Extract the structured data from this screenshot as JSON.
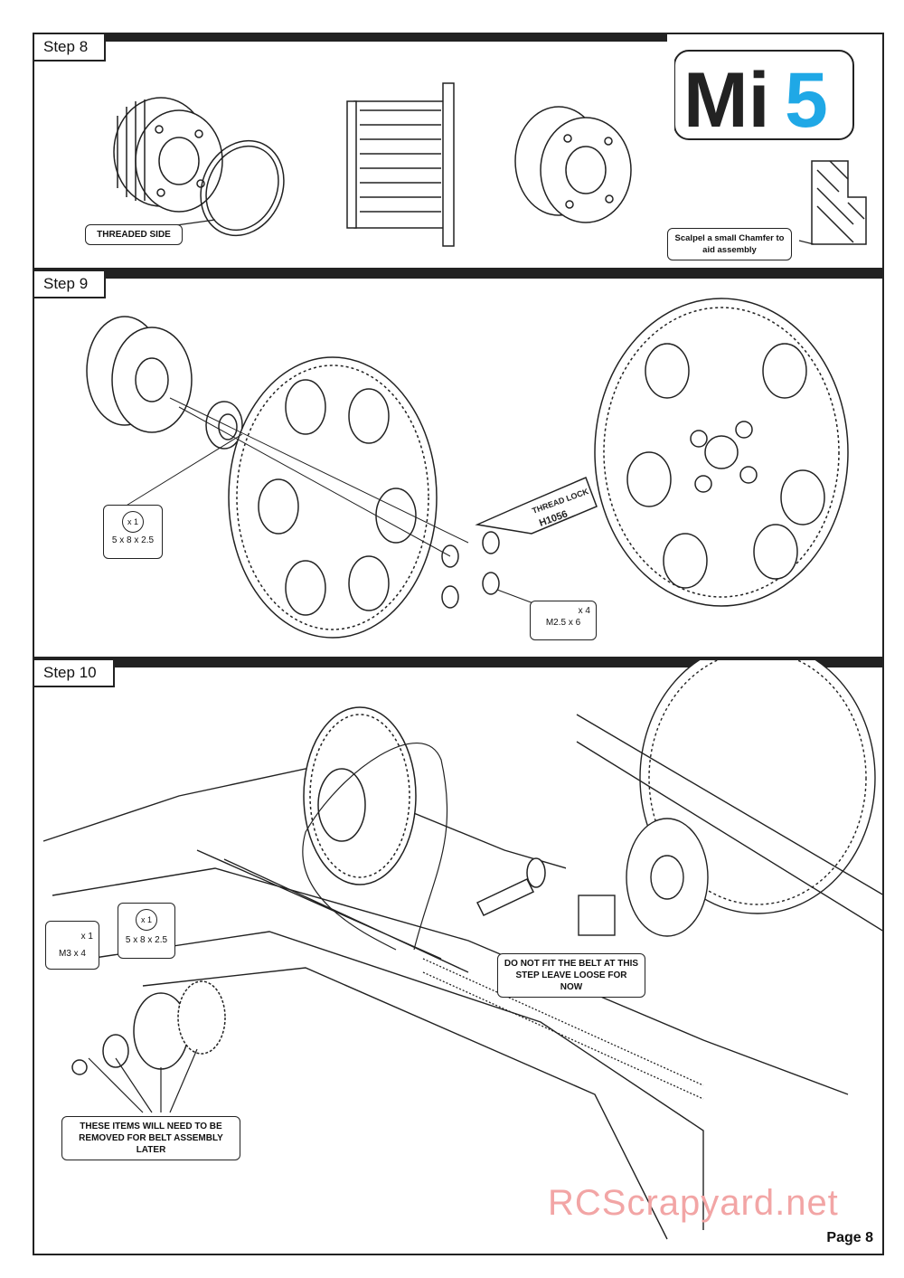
{
  "logo": {
    "text_left": "Mi",
    "text_right": "5",
    "accent": "#1fa8e6"
  },
  "steps": [
    {
      "title": "Step 8",
      "callouts": {
        "threaded_side": "THREADED SIDE",
        "chamfer": "Scalpel a small Chamfer to aid assembly"
      }
    },
    {
      "title": "Step 9",
      "callouts": {
        "bearing_qty": "x 1",
        "bearing_size": "5 x 8 x 2.5",
        "screw_qty": "x 4",
        "screw_size": "M2.5 x 6",
        "threadlock_line1": "THREAD LOCK",
        "threadlock_line2": "H1056"
      }
    },
    {
      "title": "Step 10",
      "callouts": {
        "screw_qty": "x 1",
        "screw_size": "M3 x 4",
        "bearing_qty": "x 1",
        "bearing_size": "5 x 8 x 2.5",
        "belt_note": "DO NOT FIT THE BELT AT THIS STEP LEAVE LOOSE FOR NOW",
        "remove_note": "THESE ITEMS WILL NEED TO BE REMOVED FOR BELT ASSEMBLY LATER"
      }
    }
  ],
  "footer": {
    "page": "Page 8",
    "watermark": "RCScrapyard.net"
  }
}
